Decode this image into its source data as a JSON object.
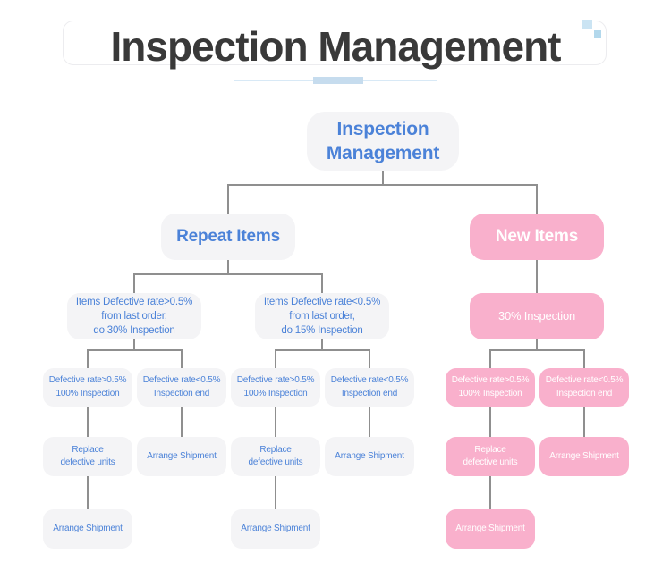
{
  "header": {
    "title": "Inspection Management"
  },
  "nodes": {
    "root": {
      "label": "Inspection\nManagement"
    },
    "repeat_items": {
      "label": "Repeat Items"
    },
    "new_items": {
      "label": "New Items"
    },
    "repeat_high": {
      "label": "Items Defective rate>0.5%\nfrom last order,\ndo 30% Inspection"
    },
    "repeat_low": {
      "label": "Items Defective rate<0.5%\nfrom last order,\ndo 15% Inspection"
    },
    "new_inspection": {
      "label": "30% Inspection"
    },
    "rh_defect_high": {
      "label": "Defective rate>0.5%\n100% Inspection"
    },
    "rh_defect_low": {
      "label": "Defective rate<0.5%\nInspection end"
    },
    "rl_defect_high": {
      "label": "Defective rate>0.5%\n100% Inspection"
    },
    "rl_defect_low": {
      "label": "Defective rate<0.5%\nInspection end"
    },
    "nw_defect_high": {
      "label": "Defective rate>0.5%\n100% Inspection"
    },
    "nw_defect_low": {
      "label": "Defective rate<0.5%\nInspection end"
    },
    "rh_replace": {
      "label": "Replace\ndefective units"
    },
    "rh_arrange_a": {
      "label": "Arrange Shipment"
    },
    "rl_replace": {
      "label": "Replace\ndefective units"
    },
    "rl_arrange_a": {
      "label": "Arrange Shipment"
    },
    "nw_replace": {
      "label": "Replace\ndefective units"
    },
    "nw_arrange_a": {
      "label": "Arrange Shipment"
    },
    "rh_arrange_b": {
      "label": "Arrange Shipment"
    },
    "rl_arrange_b": {
      "label": "Arrange Shipment"
    },
    "nw_arrange_b": {
      "label": "Arrange Shipment"
    }
  },
  "colors": {
    "accent_blue": "#4b82d8",
    "pink": "#f9b0cc",
    "node_gray": "#f4f4f6",
    "line_gray": "#8f8f8f",
    "title_dark": "#393939",
    "underline_blue": "#c6dcee"
  }
}
